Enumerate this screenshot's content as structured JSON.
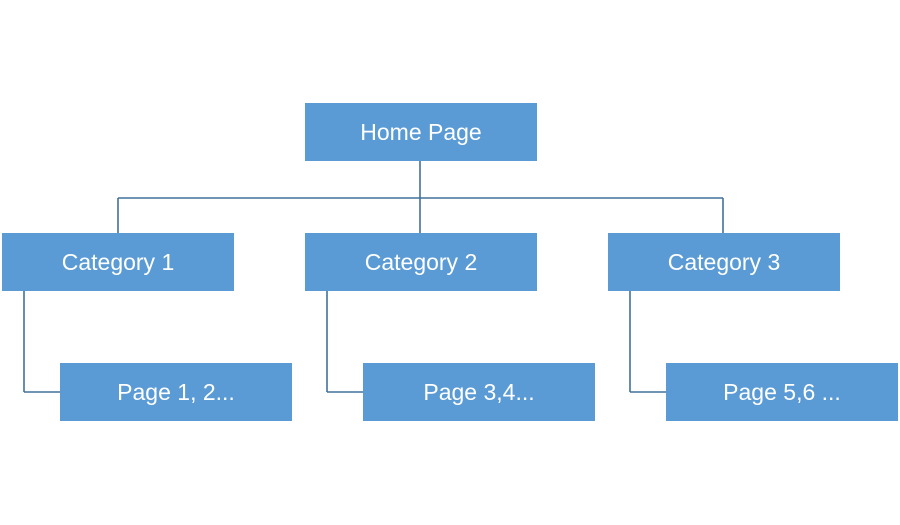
{
  "diagram": {
    "root": {
      "label": "Home Page"
    },
    "categories": [
      {
        "label": "Category 1",
        "page": "Page 1, 2..."
      },
      {
        "label": "Category 2",
        "page": "Page 3,4..."
      },
      {
        "label": "Category 3",
        "page": "Page 5,6 ..."
      }
    ],
    "colors": {
      "node_fill": "#5b9bd5",
      "connector": "#41719c",
      "text": "#ffffff"
    }
  }
}
